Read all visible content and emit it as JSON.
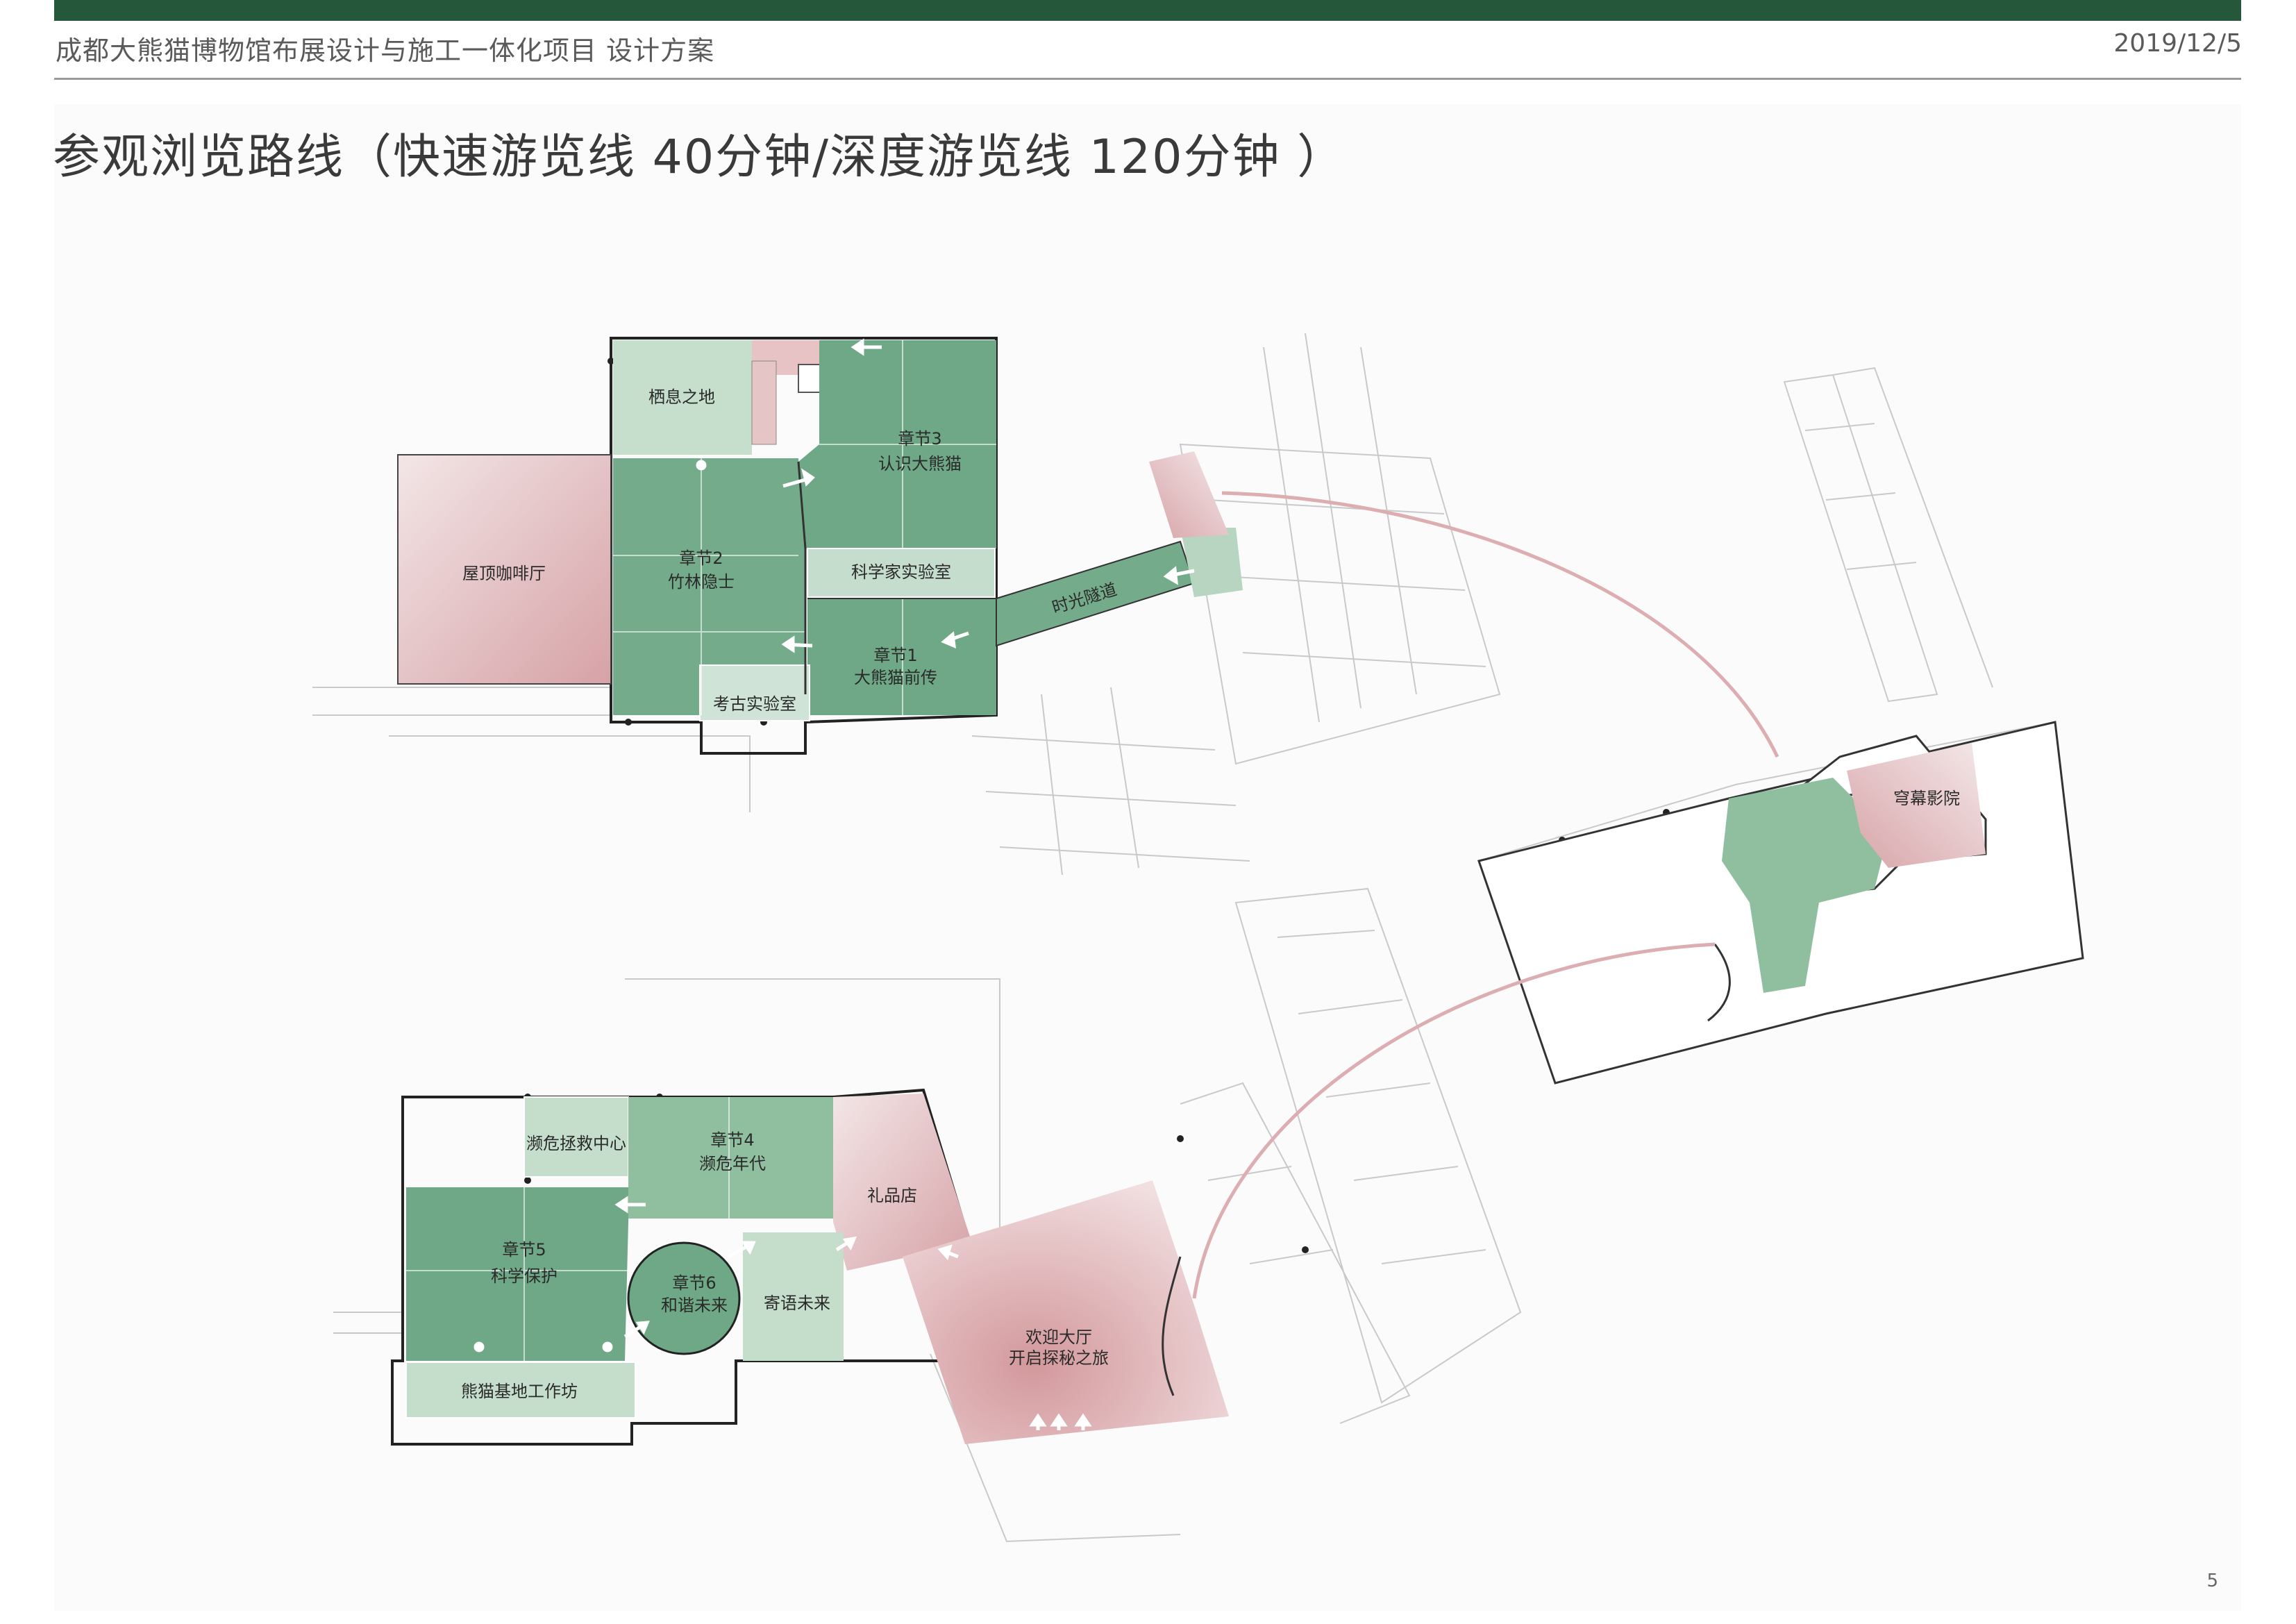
{
  "header": {
    "project_title": "成都大熊猫博物馆布展设计与施工一体化项目  设计方案",
    "date": "2019/12/5"
  },
  "page": {
    "title": "参观浏览路线（快速游览线  40分钟/深度游览线  120分钟  ）",
    "number": "5"
  },
  "colors": {
    "brand_green": "#25573a",
    "zone_dark_green": "#6ea886",
    "zone_mid_green": "#8fbf9f",
    "zone_light_green": "#c4decb",
    "zone_pink": "#d8a8ab",
    "route_arc": "#dcaeb1"
  },
  "upper_floor": {
    "rooms": {
      "rest_area": "栖息之地",
      "rooftop_cafe": "屋顶咖啡厅",
      "chapter2_a": "章节2",
      "chapter2_b": "竹林隐士",
      "chapter3_a": "章节3",
      "chapter3_b": "认识大熊猫",
      "scientist_lab": "科学家实验室",
      "chapter1_a": "章节1",
      "chapter1_b": "大熊猫前传",
      "archaeology_lab": "考古实验室",
      "time_tunnel": "时光隧道"
    }
  },
  "dome_building": {
    "dome_cinema": "穹幕影院"
  },
  "lower_floor": {
    "rooms": {
      "rescue_center": "濒危拯救中心",
      "chapter4_a": "章节4",
      "chapter4_b": "濒危年代",
      "gift_shop": "礼品店",
      "chapter5_a": "章节5",
      "chapter5_b": "科学保护",
      "chapter6_a": "章节6",
      "chapter6_b": "和谐未来",
      "future_message": "寄语未来",
      "workshop": "熊猫基地工作坊",
      "lobby_a": "欢迎大厅",
      "lobby_b": "开启探秘之旅"
    }
  }
}
